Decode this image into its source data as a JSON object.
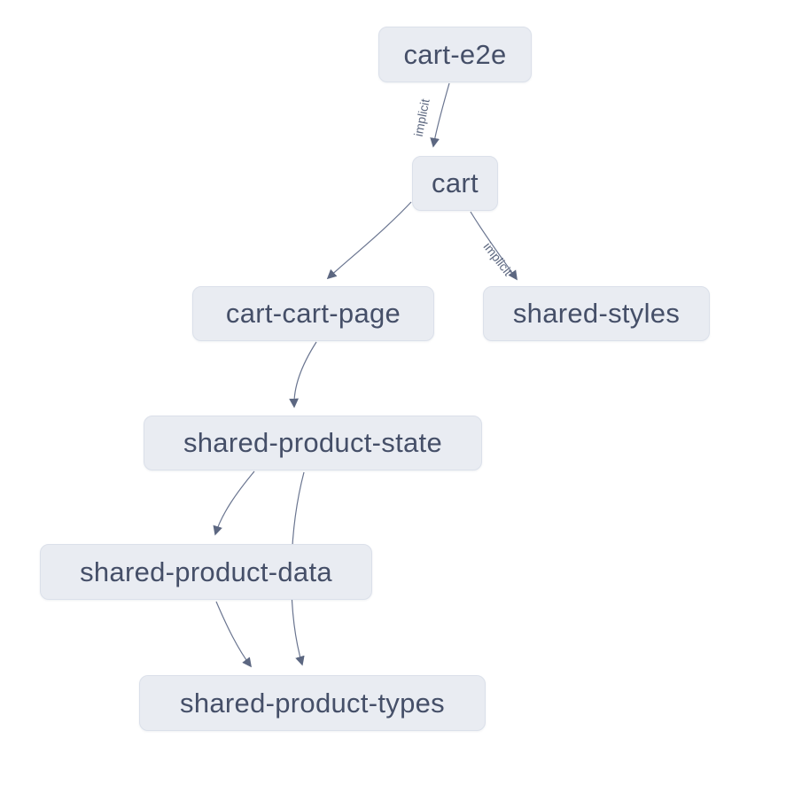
{
  "diagram": {
    "kind": "project-dependency-graph",
    "background_color": "#ffffff",
    "node_fill_color": "#e9ecf2",
    "node_border_color": "#dbe0ea",
    "node_text_color": "#454f68",
    "edge_color": "#6a7590",
    "edge_label_color": "#5d6880",
    "nodes": [
      {
        "id": "cart-e2e",
        "label": "cart-e2e"
      },
      {
        "id": "cart",
        "label": "cart"
      },
      {
        "id": "cart-cart-page",
        "label": "cart-cart-page"
      },
      {
        "id": "shared-styles",
        "label": "shared-styles"
      },
      {
        "id": "shared-product-state",
        "label": "shared-product-state"
      },
      {
        "id": "shared-product-data",
        "label": "shared-product-data"
      },
      {
        "id": "shared-product-types",
        "label": "shared-product-types"
      }
    ],
    "edges": [
      {
        "from": "cart-e2e",
        "to": "cart",
        "label": "implicit"
      },
      {
        "from": "cart",
        "to": "cart-cart-page",
        "label": ""
      },
      {
        "from": "cart",
        "to": "shared-styles",
        "label": "implicit"
      },
      {
        "from": "cart-cart-page",
        "to": "shared-product-state",
        "label": ""
      },
      {
        "from": "shared-product-state",
        "to": "shared-product-data",
        "label": ""
      },
      {
        "from": "shared-product-state",
        "to": "shared-product-types",
        "label": ""
      },
      {
        "from": "shared-product-data",
        "to": "shared-product-types",
        "label": ""
      }
    ]
  }
}
